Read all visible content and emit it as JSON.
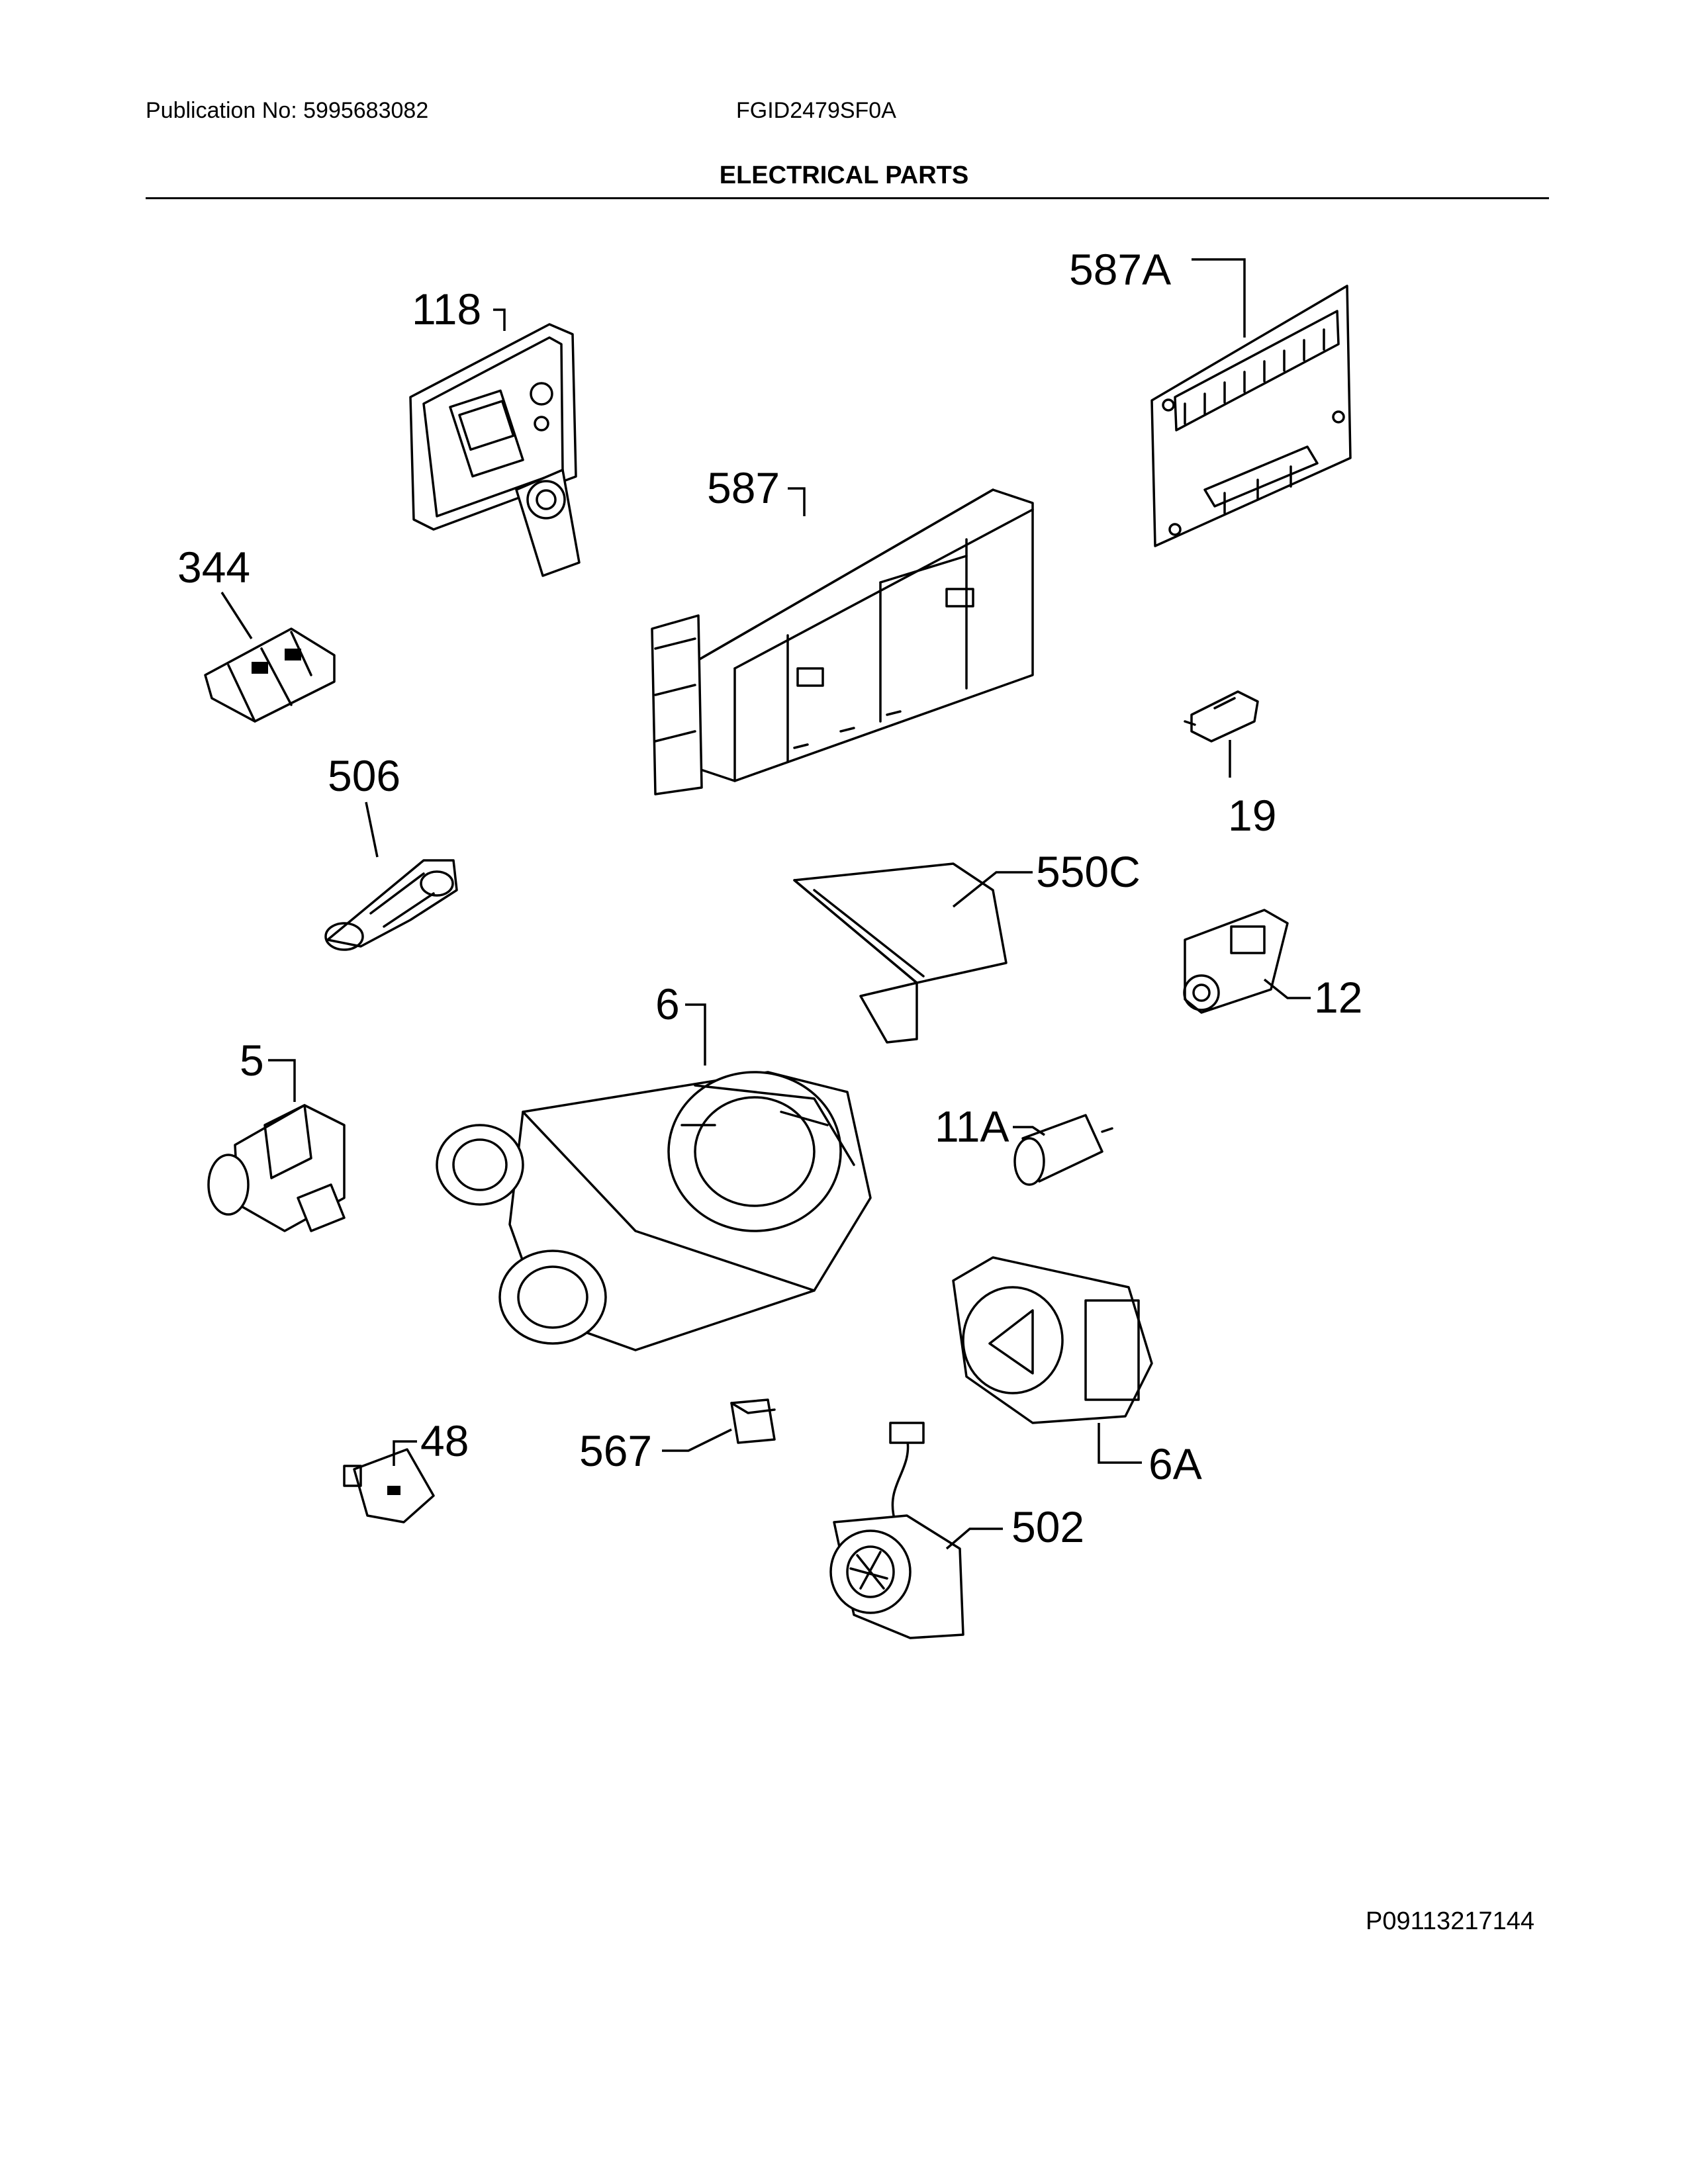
{
  "header": {
    "publication": "Publication No: 5995683082",
    "model": "FGID2479SF0A",
    "title": "ELECTRICAL PARTS"
  },
  "footer": {
    "code": "P09113217144"
  },
  "callouts": {
    "c118": "118",
    "c587A": "587A",
    "c587": "587",
    "c344": "344",
    "c506": "506",
    "c19": "19",
    "c550C": "550C",
    "c12": "12",
    "c6": "6",
    "c5": "5",
    "c11A": "11A",
    "c48": "48",
    "c567": "567",
    "c6A": "6A",
    "c502": "502"
  }
}
